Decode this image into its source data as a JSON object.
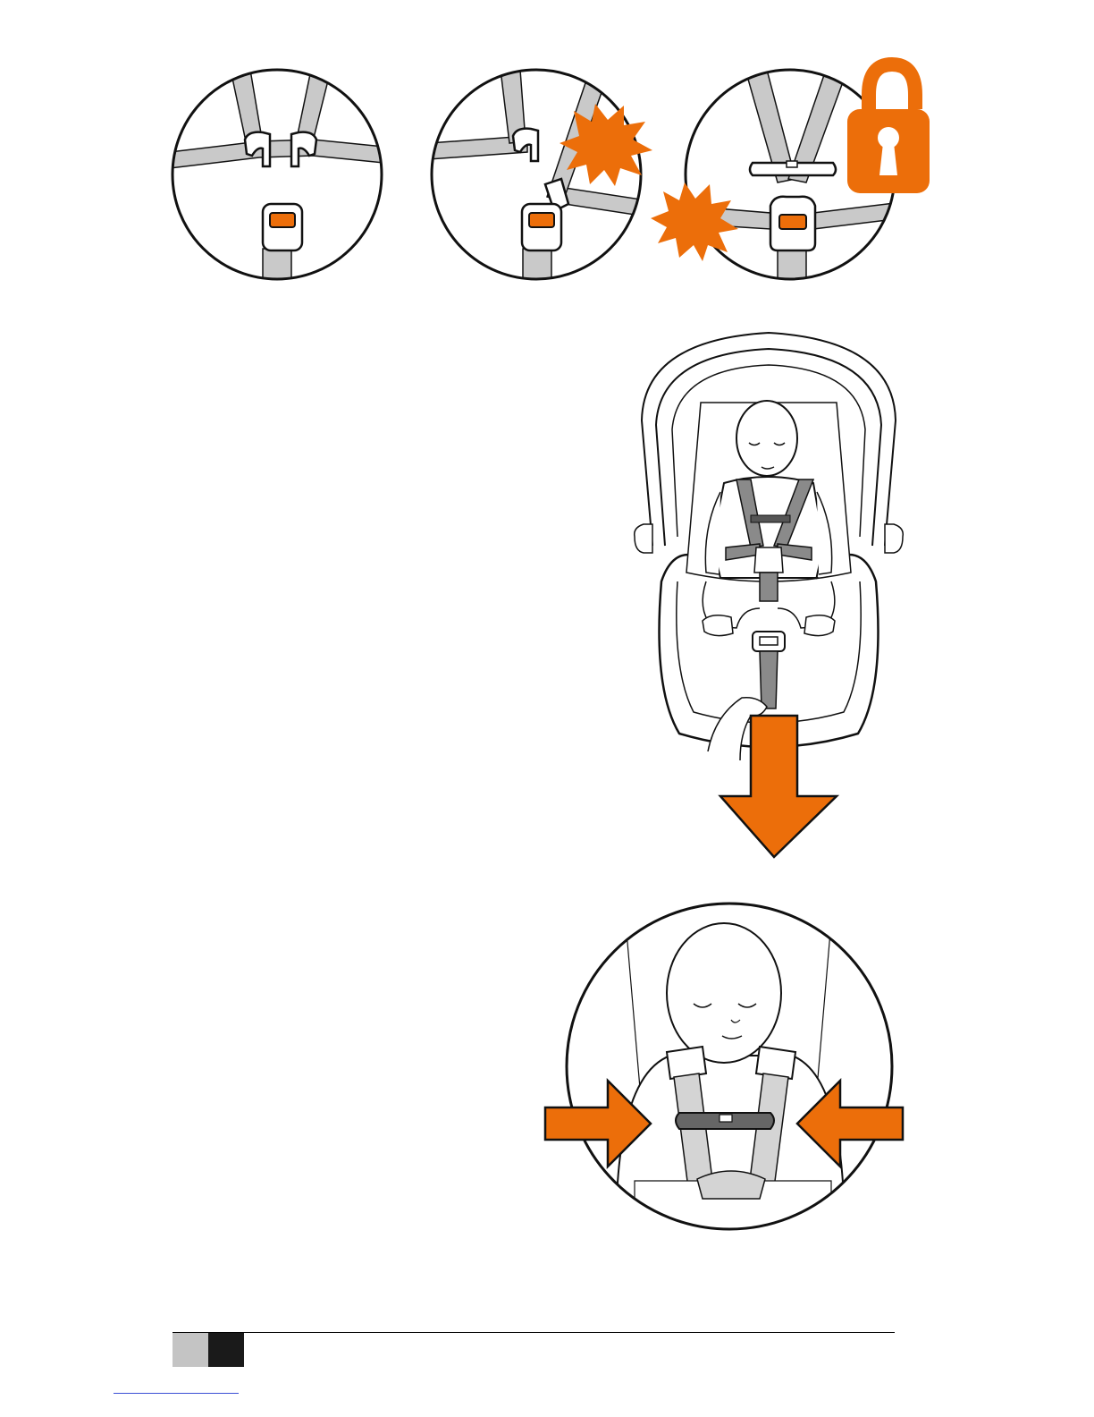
{
  "colors": {
    "accent": "#ec6e0a",
    "strap": "#c9c9c9",
    "ink": "#111111",
    "footer_grey": "#c4c4c4",
    "footer_black": "#1a1a1a",
    "link": "#3b4fd6"
  },
  "icons": {
    "lock": "padlock-icon",
    "click": "starburst-icon",
    "arrow_down": "arrow-down-icon",
    "arrows_in": "arrow-inward-icon"
  },
  "steps": [
    {
      "name": "step-1-open-buckle"
    },
    {
      "name": "step-2-insert-tongue"
    },
    {
      "name": "step-3-locked"
    }
  ]
}
